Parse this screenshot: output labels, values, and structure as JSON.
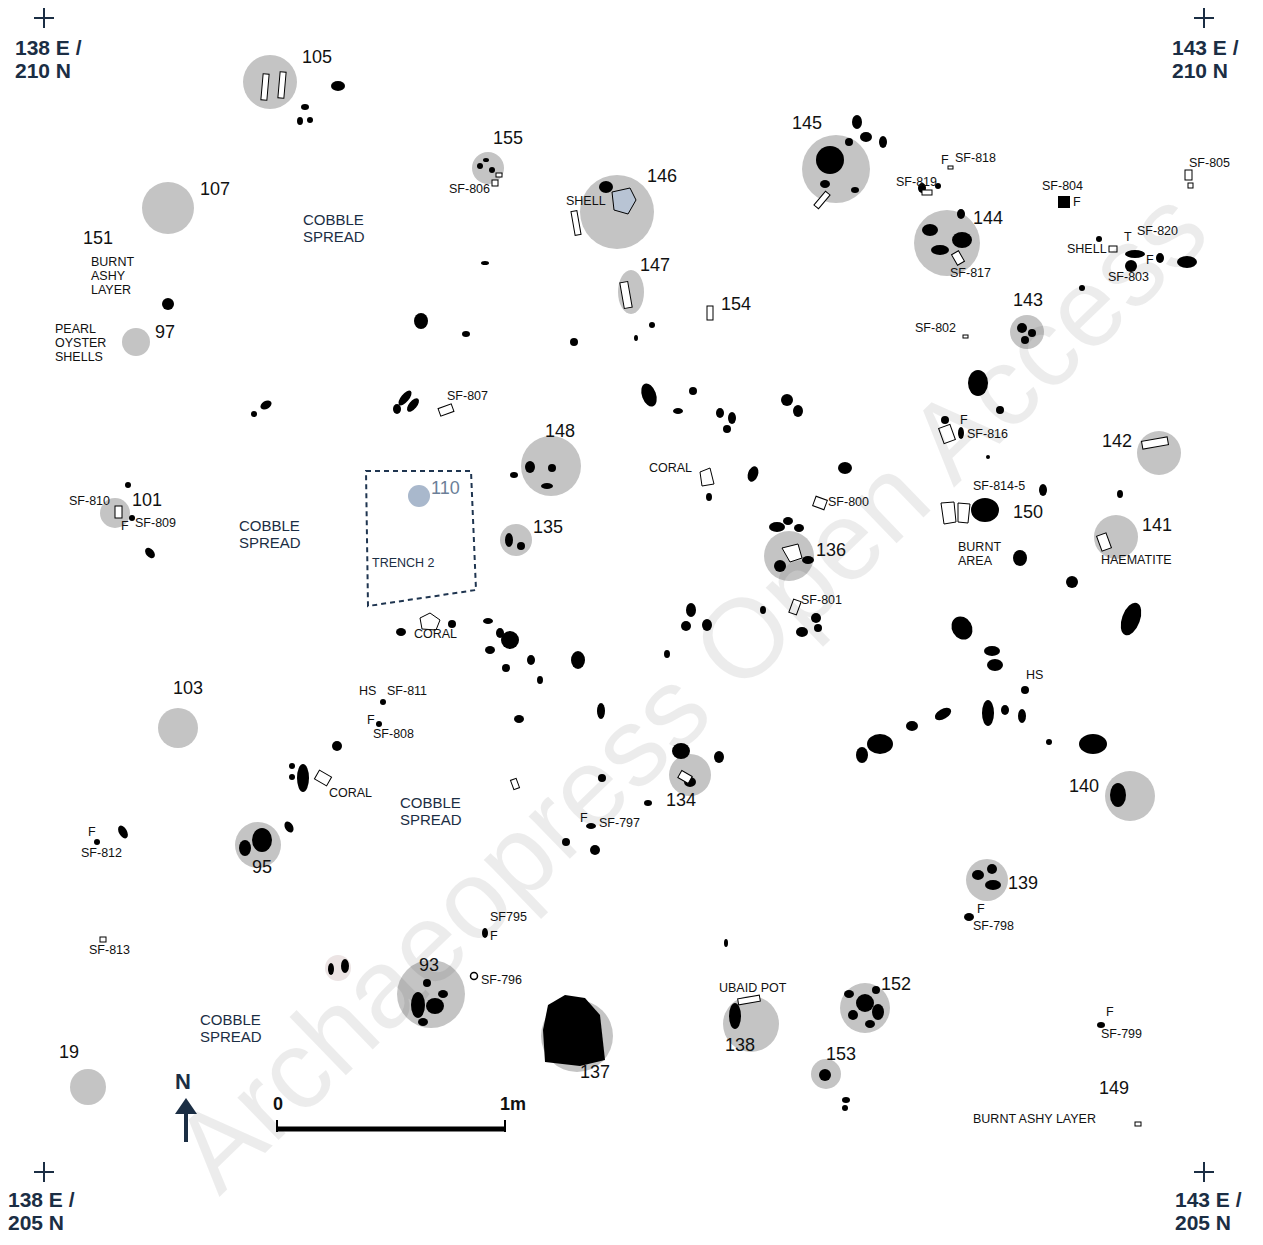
{
  "diagram": {
    "labels": [
      "138 E / 210 N",
      "143 E / 210 N",
      "138 E / 205 N",
      "143 E / 205 N",
      "105",
      "107",
      "151",
      "97",
      "155",
      "146",
      "145",
      "144",
      "147",
      "154",
      "143",
      "148",
      "142",
      "110",
      "150",
      "141",
      "101",
      "135",
      "136",
      "103",
      "134",
      "140",
      "95",
      "139",
      "93",
      "152",
      "153",
      "138",
      "137",
      "19",
      "149",
      "COBBLE SPREAD",
      "COBBLE SPREAD",
      "COBBLE SPREAD",
      "COBBLE SPREAD",
      "BURNT ASHY LAYER",
      "PEARL OYSTER SHELLS",
      "TRENCH 2",
      "CORAL",
      "CORAL",
      "CORAL",
      "BURNT AREA",
      "HAEMATITE",
      "UBAID POT",
      "BURNT ASHY LAYER",
      "SHELL",
      "SHELL",
      "HS",
      "HS",
      "T",
      "SF-806",
      "F",
      "SF-818",
      "SF-819",
      "SF-804",
      "F",
      "SF-805",
      "SF-820",
      "F",
      "SF-803",
      "SF-817",
      "SF-802",
      "SF-807",
      "F",
      "SF-816",
      "SF-814-5",
      "SF-800",
      "SF-810",
      "SF-809",
      "F",
      "SF-801",
      "SF-811",
      "F",
      "SF-808",
      "F",
      "SF-797",
      "F",
      "SF-812",
      "SF795",
      "F",
      "SF-796",
      "F",
      "SF-798",
      "SF-813",
      "F",
      "SF-799",
      "0",
      "1m",
      "N",
      "Archaeopress Open Access"
    ]
  }
}
